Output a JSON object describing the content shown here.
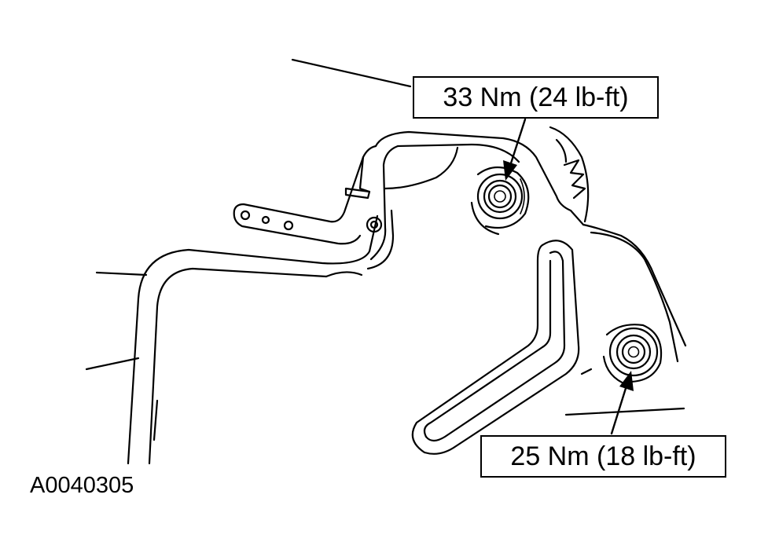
{
  "callouts": {
    "upper_bolt_torque": "33 Nm (24 lb-ft)",
    "lower_bolt_torque": "25 Nm (18 lb-ft)"
  },
  "figure_id": "A0040305",
  "colors": {
    "line": "#000000",
    "background": "#ffffff"
  }
}
